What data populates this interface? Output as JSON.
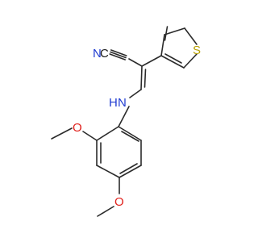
{
  "molecule": {
    "atoms": {
      "n_nitrile": "N",
      "c_nitrile": "C",
      "s_thiophene": "S",
      "n_amine_h": "H",
      "n_amine": "N",
      "o_methoxy_upper": "O",
      "o_methoxy_lower": "O"
    },
    "colors": {
      "bond": "#2b2b2b",
      "nitrogen": "#1f3bd1",
      "carbon": "#1a1a1a",
      "sulfur": "#b8a000",
      "oxygen": "#e0201b"
    }
  }
}
